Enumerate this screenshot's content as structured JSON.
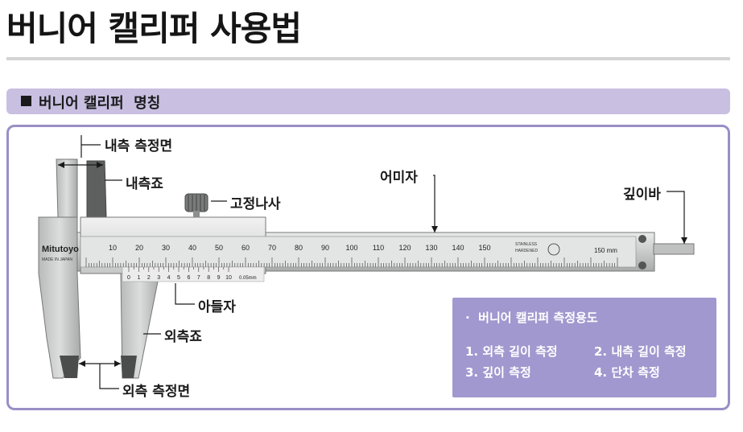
{
  "page": {
    "title": "버니어 캘리퍼 사용법"
  },
  "section": {
    "title": "버니어 캘리퍼  명칭"
  },
  "labels": {
    "inner_face": "내측 측정면",
    "inner_jaw": "내측죠",
    "lock_screw": "고정나사",
    "main_scale": "어미자",
    "depth_bar": "깊이바",
    "vernier": "아들자",
    "outer_jaw": "외측죠",
    "outer_face": "외측 측정면"
  },
  "caliper": {
    "brand": "Mitutoyo",
    "made_in": "MADE IN JAPAN",
    "stainless": "STAINLESS",
    "hardened": "HARDENED",
    "main_ticks": [
      "10",
      "20",
      "30",
      "40",
      "50",
      "60",
      "70",
      "80",
      "90",
      "100",
      "110",
      "120",
      "130",
      "140",
      "150"
    ],
    "end_mark": "150 mm",
    "vernier_ticks": [
      "0",
      "1",
      "2",
      "3",
      "4",
      "5",
      "6",
      "7",
      "8",
      "9",
      "10"
    ],
    "resolution": "0.05mm"
  },
  "info": {
    "heading": "·  버니어 캘리퍼 측정용도",
    "items": [
      "1. 외측 길이 측정",
      "2. 내측 길이 측정",
      "3. 깊이 측정",
      "4. 단차 측정"
    ]
  },
  "colors": {
    "accent": "#9a8ec6",
    "section_bar": "#c8bfe1",
    "info_box": "#a198cf"
  }
}
